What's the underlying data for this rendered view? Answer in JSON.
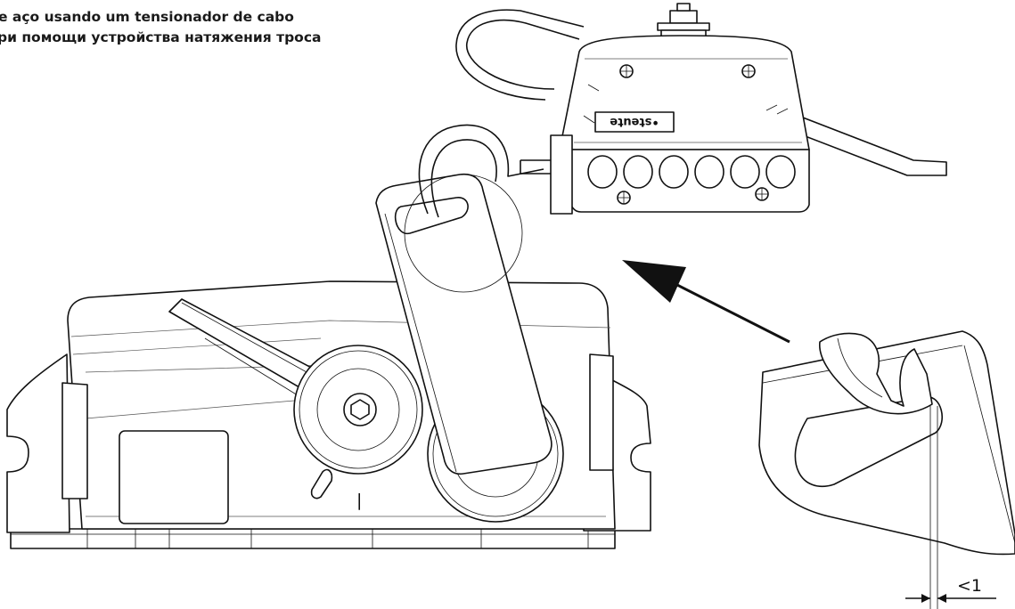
{
  "caption": {
    "line1": "e aço usando um tensionador de cabo",
    "line2": "ри помощи устройства натяжения троса"
  },
  "detail_dimension": {
    "label": "<1"
  },
  "brand": {
    "logo_text": "•steute"
  },
  "switch_scale": {
    "mark": "|"
  }
}
